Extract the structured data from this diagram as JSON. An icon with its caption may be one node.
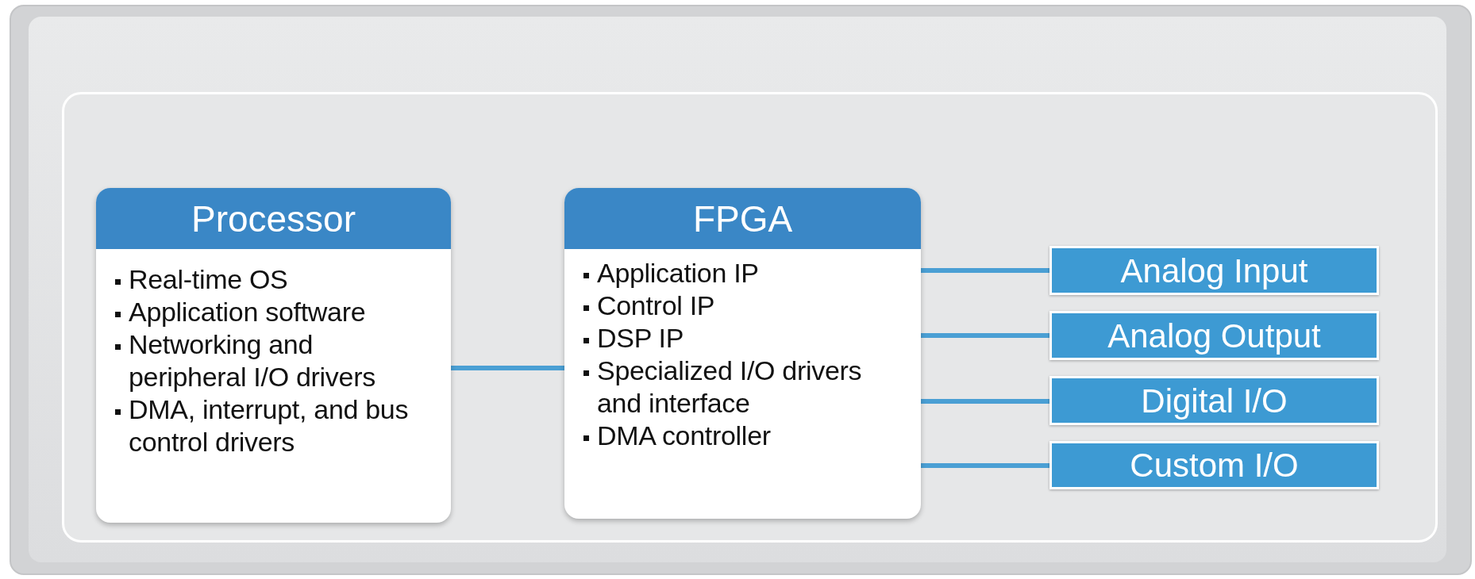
{
  "diagram": {
    "nodes": [
      {
        "text": [
          "Processor",
          "Real-time OS",
          "Application software",
          "Networking and peripheral I/O drivers",
          "DMA, interrupt, and bus control drivers"
        ]
      },
      {
        "text": [
          "FPGA",
          "Application IP",
          "Control IP",
          "DSP IP",
          "Specialized I/O drivers and interface",
          "DMA controller"
        ]
      },
      {
        "text": [
          "Analog Input"
        ]
      },
      {
        "text": [
          "Analog Output"
        ]
      },
      {
        "text": [
          "Digital I/O"
        ]
      },
      {
        "text": [
          "Custom I/O"
        ]
      }
    ],
    "edges": [
      {
        "from": 0,
        "to": 1,
        "arrow": "none"
      },
      {
        "from": 1,
        "to": 2,
        "arrow": "none"
      },
      {
        "from": 1,
        "to": 3,
        "arrow": "none"
      },
      {
        "from": 1,
        "to": 4,
        "arrow": "none"
      },
      {
        "from": 1,
        "to": 5,
        "arrow": "none"
      }
    ]
  }
}
